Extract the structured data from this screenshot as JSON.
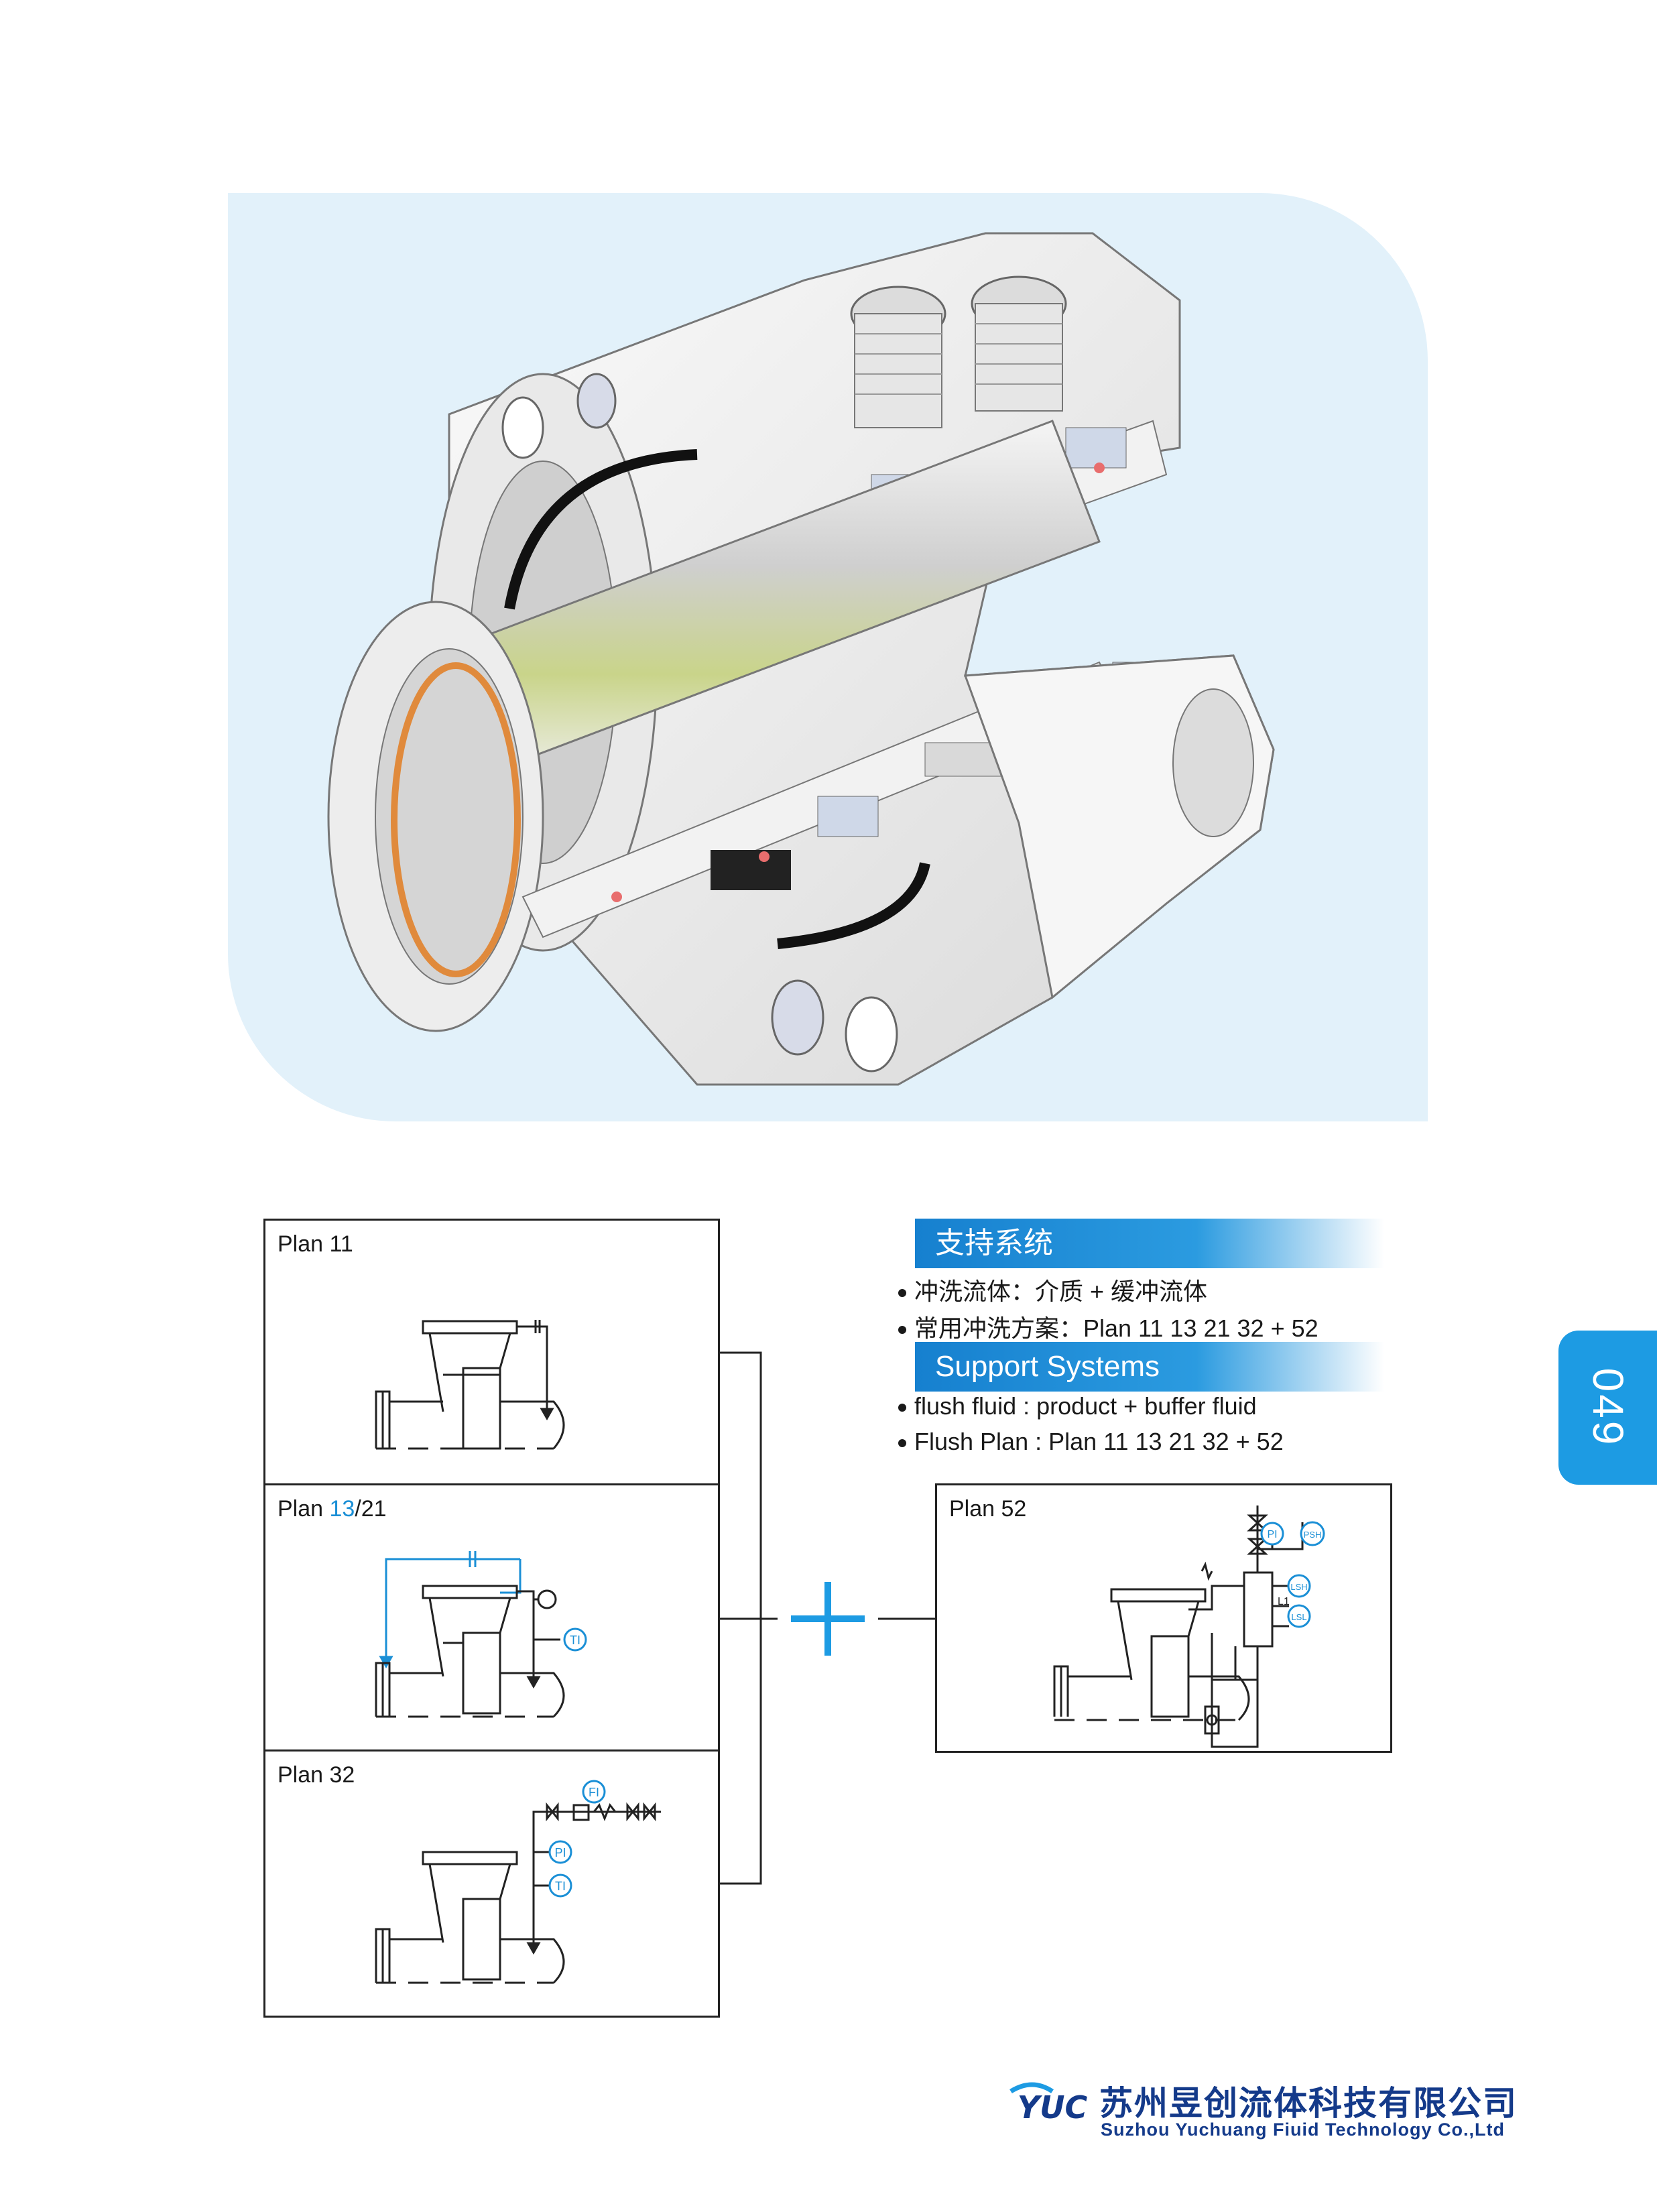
{
  "plans": {
    "plan11": {
      "title": "Plan 11"
    },
    "plan13": {
      "title_a": "Plan ",
      "title_b": "13",
      "title_c": "/21",
      "ti_label": "TI"
    },
    "plan32": {
      "title": "Plan 32",
      "fi_label": "FI",
      "pi_label": "PI",
      "ti_label": "TI"
    },
    "plan52": {
      "title": "Plan 52",
      "pi_label": "PI",
      "psh_label": "PSH",
      "lsh_label": "LSH",
      "lsl_label": "LSL",
      "l1_label": "L1"
    }
  },
  "support": {
    "cn_heading": "支持系统",
    "cn_bullet1": "冲洗流体：介质  + 缓冲流体",
    "cn_bullet2": "常用冲洗方案：Plan 11 13 21 32 +  52",
    "en_heading": "Support Systems",
    "en_bullet1": "flush fluid :  product + buffer fluid",
    "en_bullet2": "Flush Plan : Plan 11 13 21 32 + 52"
  },
  "page_number": "049",
  "company": {
    "logo": "YUC",
    "name_cn": "苏州昱创流体科技有限公司",
    "name_en": "Suzhou Yuchuang Fiuid Technology Co.,Ltd"
  },
  "colors": {
    "accent": "#1d9be3",
    "hero_bg": "#e2f1fa",
    "brand": "#143a8a"
  }
}
